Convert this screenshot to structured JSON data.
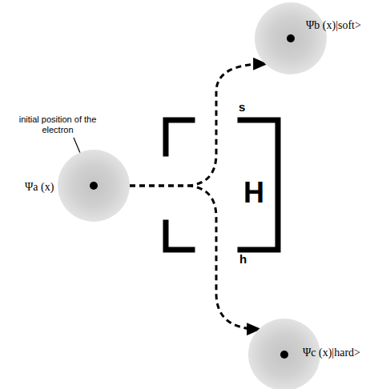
{
  "diagram": {
    "nodes": [
      {
        "text": [
          "Ψb (x)|soft>"
        ]
      },
      {
        "text": [
          "Ψa (x)"
        ]
      },
      {
        "text": [
          "H",
          "s",
          "h"
        ]
      },
      {
        "text": [
          "Ψc (x)|hard>"
        ]
      }
    ],
    "edges": [
      {
        "from": 1,
        "to": 0,
        "arrow": "to"
      },
      {
        "from": 1,
        "to": 3,
        "arrow": "to"
      }
    ],
    "labels": [
      "initial position of the electron"
    ]
  }
}
